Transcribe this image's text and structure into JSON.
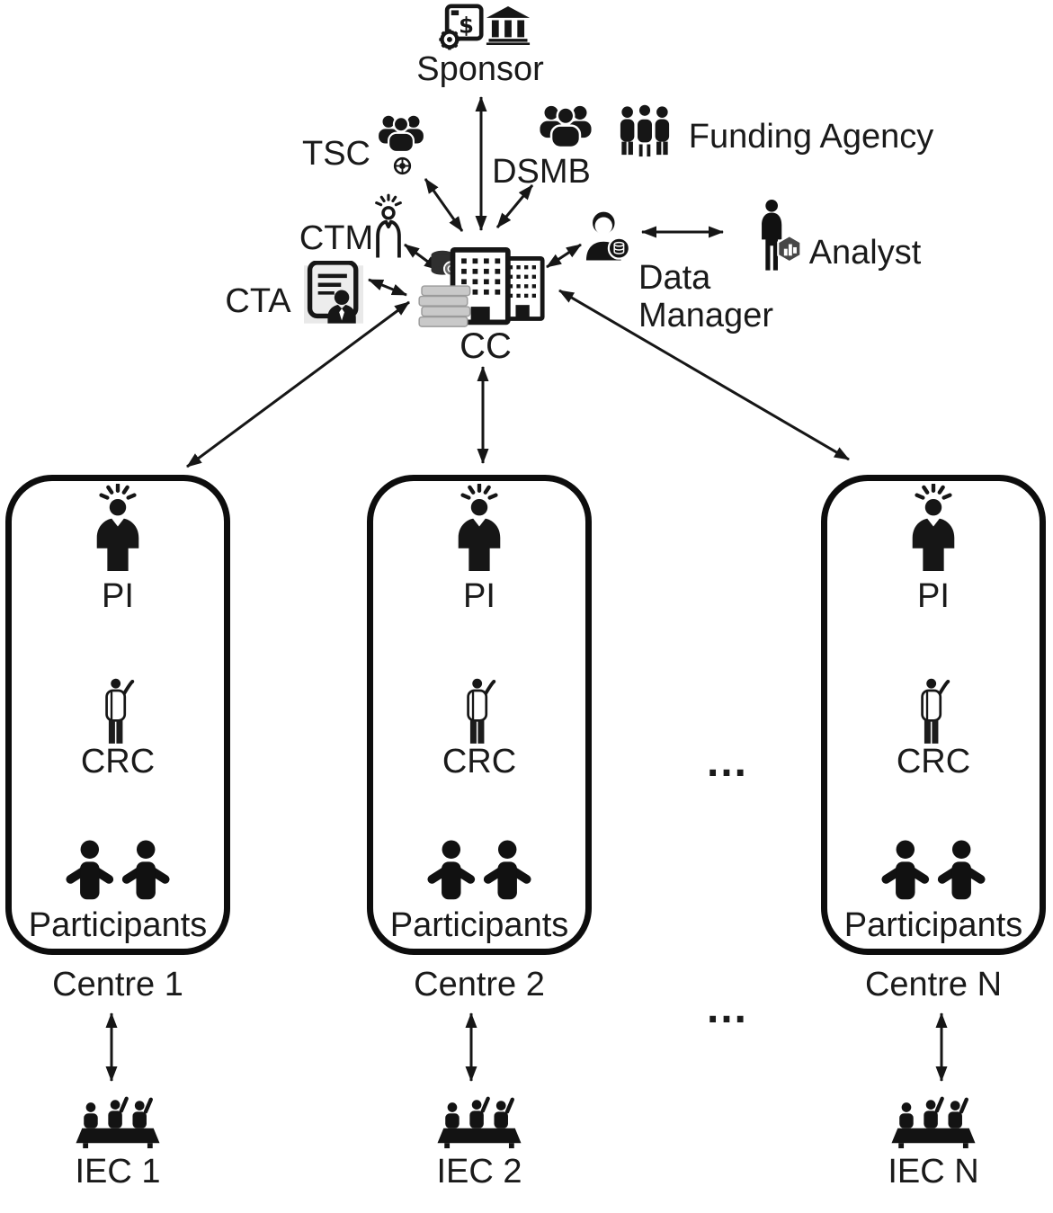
{
  "figure": {
    "type": "organisational-diagram",
    "description": "Multicentre clinical trial organisation: sponsor, committees and coordinating centre linked to N trial centres and their ethics committees"
  },
  "nodes": {
    "sponsor": {
      "label": "Sponsor"
    },
    "tsc": {
      "label": "TSC"
    },
    "dsmb": {
      "label": "DSMB"
    },
    "funding_agency": {
      "label": "Funding Agency"
    },
    "ctm": {
      "label": "CTM"
    },
    "cta": {
      "label": "CTA"
    },
    "cc": {
      "label": "CC"
    },
    "data_manager": {
      "label_line1": "Data",
      "label_line2": "Manager"
    },
    "analyst": {
      "label": "Analyst"
    }
  },
  "ellipsis": {
    "between_centres": "…",
    "between_iecs": "…"
  },
  "centres": [
    {
      "pi": "PI",
      "crc": "CRC",
      "participants": "Participants",
      "centre": "Centre 1",
      "iec": "IEC 1"
    },
    {
      "pi": "PI",
      "crc": "CRC",
      "participants": "Participants",
      "centre": "Centre 2",
      "iec": "IEC 2"
    },
    {
      "pi": "PI",
      "crc": "CRC",
      "participants": "Participants",
      "centre": "Centre N",
      "iec": "IEC N"
    }
  ],
  "icons": {
    "sponsor-money-window-icon": "application window with dollar sign and gear",
    "bank-icon": "classical bank building with columns",
    "committee-group-icon": "group of three people",
    "steering-wheel-icon": "steering wheel badge under TSC group",
    "funding-agency-people-icon": "three standing people",
    "idea-person-outline-icon": "outlined person with idea rays (CTM)",
    "document-person-icon": "document sheet with business person (CTA)",
    "buildings-data-icon": "two office buildings with database cylinder and server stack (CC)",
    "person-database-icon": "person bust with database badge (Data Manager)",
    "person-chart-icon": "standing silhouette with hexagonal bar-chart badge (Analyst)",
    "idea-person-filled-icon": "filled bust with idea rays (PI)",
    "waving-person-icon": "outlined person raising a hand (CRC)",
    "two-people-icon": "two figures with arms out (Participants)",
    "committee-table-icon": "panel of three people behind a table (IEC)"
  },
  "colors": {
    "ink": "#161616",
    "server_gray": "#c9c9c9",
    "doc_bg": "#e9e9e9",
    "badge_gray": "#474747",
    "background": "#ffffff"
  }
}
